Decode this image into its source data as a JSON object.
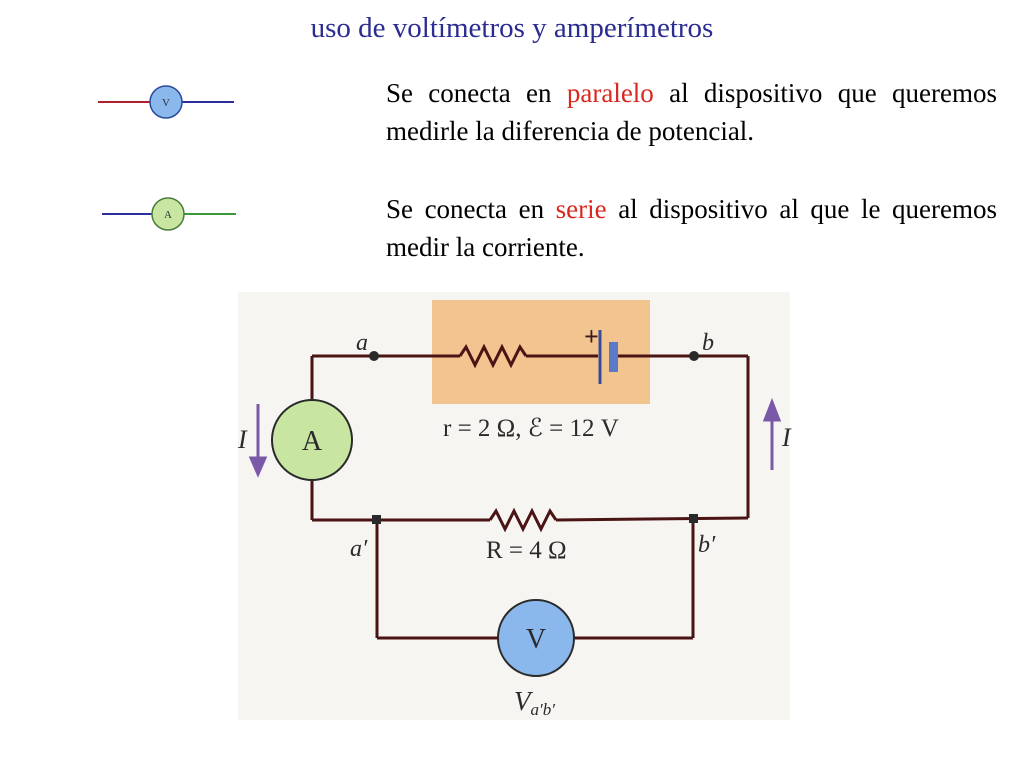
{
  "title": "uso de voltímetros y amperímetros",
  "voltmeter_text": {
    "before": "Se conecta en ",
    "highlight": "paralelo",
    "after": " al dispositivo que queremos medirle la diferencia de potencial."
  },
  "ammeter_text": {
    "before": "Se conecta en ",
    "highlight": "serie",
    "after": " al dispositivo al que le queremos medir la corriente."
  },
  "symbols": {
    "voltmeter_letter": "V",
    "ammeter_letter": "A"
  },
  "circuit": {
    "node_a": "a",
    "node_b": "b",
    "node_a_prime": "a′",
    "node_b_prime": "b′",
    "battery_plus": "+",
    "battery_label": "r = 2 Ω, ℰ = 12 V",
    "resistor_label": "R = 4 Ω",
    "current_label": "I",
    "ammeter_letter": "A",
    "voltmeter_letter": "V",
    "voltage_label_main": "V",
    "voltage_label_sub": "a′b′"
  },
  "colors": {
    "title": "#2b2c91",
    "highlight": "#d8281f",
    "battery_box": "#f2c490",
    "ammeter_fill": "#c8e6a2",
    "voltmeter_fill": "#8ab8ec",
    "wire_red": "#b0202a",
    "wire_blue": "#2a2f9a",
    "wire_green": "#3a9a3a"
  }
}
